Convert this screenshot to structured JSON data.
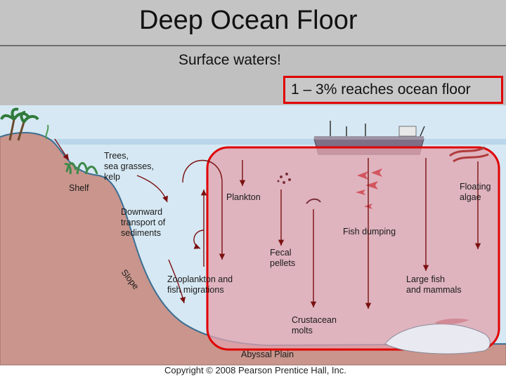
{
  "slide": {
    "title": "Deep Ocean Floor",
    "subtitle": "Surface waters!",
    "callout": "1 – 3% reaches ocean floor",
    "callout_color": "#e00000"
  },
  "diagram": {
    "labels": {
      "trees": [
        "Trees,",
        "sea grasses,",
        "kelp"
      ],
      "shelf": "Shelf",
      "downward": [
        "Downward",
        "transport of",
        "sediments"
      ],
      "slope": "Slope",
      "zooplankton": [
        "Zooplankton and",
        "fish migrations"
      ],
      "plankton": "Plankton",
      "fish_dumping": "Fish dumping",
      "floating": [
        "Floating",
        "algae"
      ],
      "fecal": [
        "Fecal",
        "pellets"
      ],
      "large_fish": [
        "Large fish",
        "and mammals"
      ],
      "crustacean": [
        "Crustacean",
        "molts"
      ],
      "abyssal": "Abyssal Plain"
    },
    "colors": {
      "water": "#d6e8f3",
      "land": "#c9958c",
      "highlight": "#e00000",
      "highlight_fill": "#e2a3ad"
    }
  },
  "copyright": "Copyright © 2008 Pearson Prentice Hall, Inc."
}
